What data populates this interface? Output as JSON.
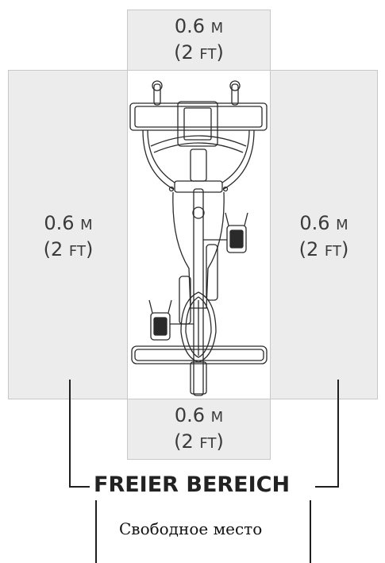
{
  "clearance": {
    "top": {
      "meters": "0.6 м",
      "feet": "(2 ft)"
    },
    "left": {
      "meters": "0.6 м",
      "feet": "(2 ft)"
    },
    "right": {
      "meters": "0.6 м",
      "feet": "(2 ft)"
    },
    "bottom": {
      "meters": "0.6 м",
      "feet": "(2 ft)"
    }
  },
  "caption": {
    "german": "FREIER BEREICH",
    "russian": "Свободное место"
  },
  "colors": {
    "zone_fill": "#ececec",
    "zone_border": "#c8c8c8",
    "line": "#1f1f1f",
    "text": "#3a3a3a"
  },
  "icons": {
    "bike": "exercise-bike-top-view-icon"
  }
}
